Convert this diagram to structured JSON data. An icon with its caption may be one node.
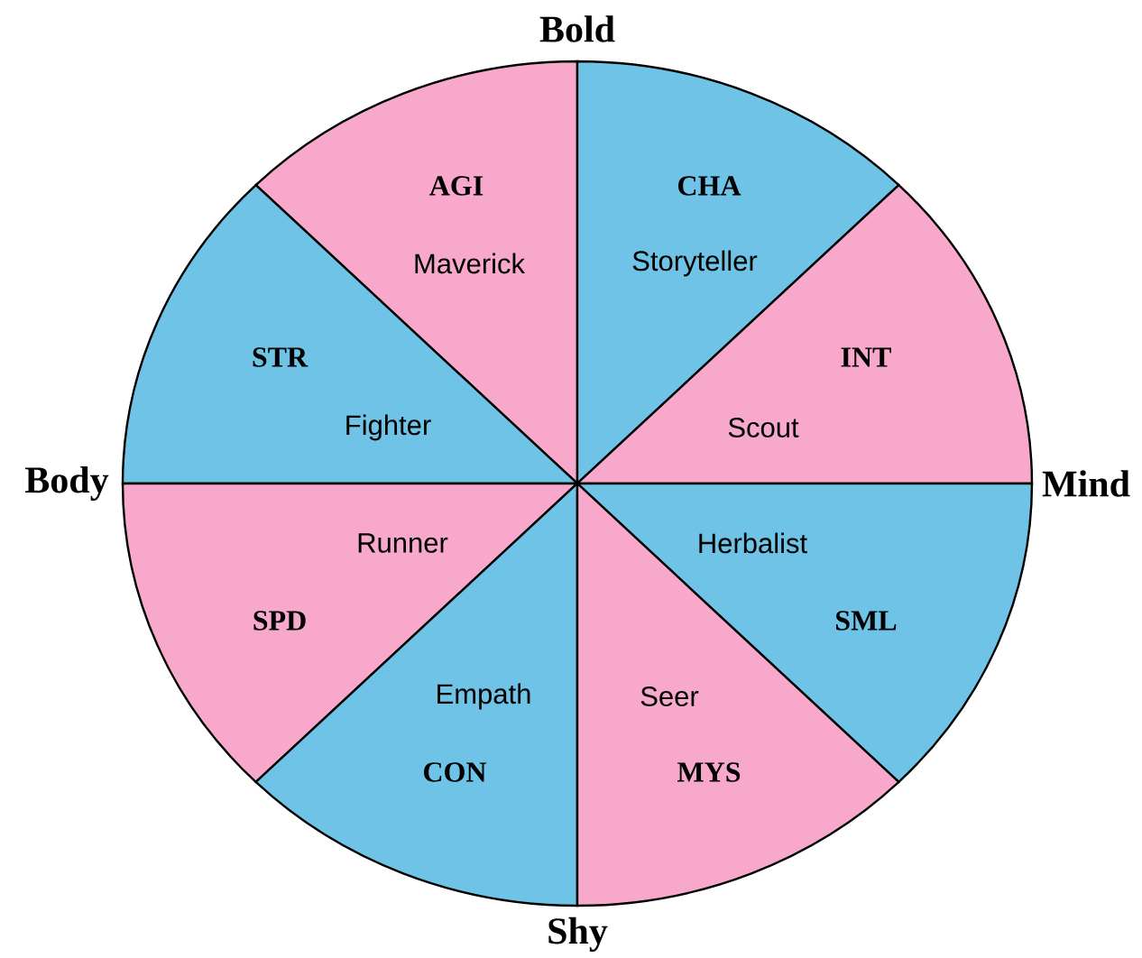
{
  "diagram": {
    "nodes": [
      {
        "text": [
          "AGI",
          "Maverick"
        ]
      },
      {
        "text": [
          "CHA",
          "Storyteller"
        ]
      },
      {
        "text": [
          "STR",
          "Fighter"
        ]
      },
      {
        "text": [
          "INT",
          "Scout"
        ]
      },
      {
        "text": [
          "Runner",
          "SPD"
        ]
      },
      {
        "text": [
          "Herbalist",
          "SML"
        ]
      },
      {
        "text": [
          "Empath",
          "CON"
        ]
      },
      {
        "text": [
          "Seer",
          "MYS"
        ]
      }
    ],
    "labels": [
      "Bold",
      "Body",
      "Mind",
      "Shy"
    ]
  }
}
